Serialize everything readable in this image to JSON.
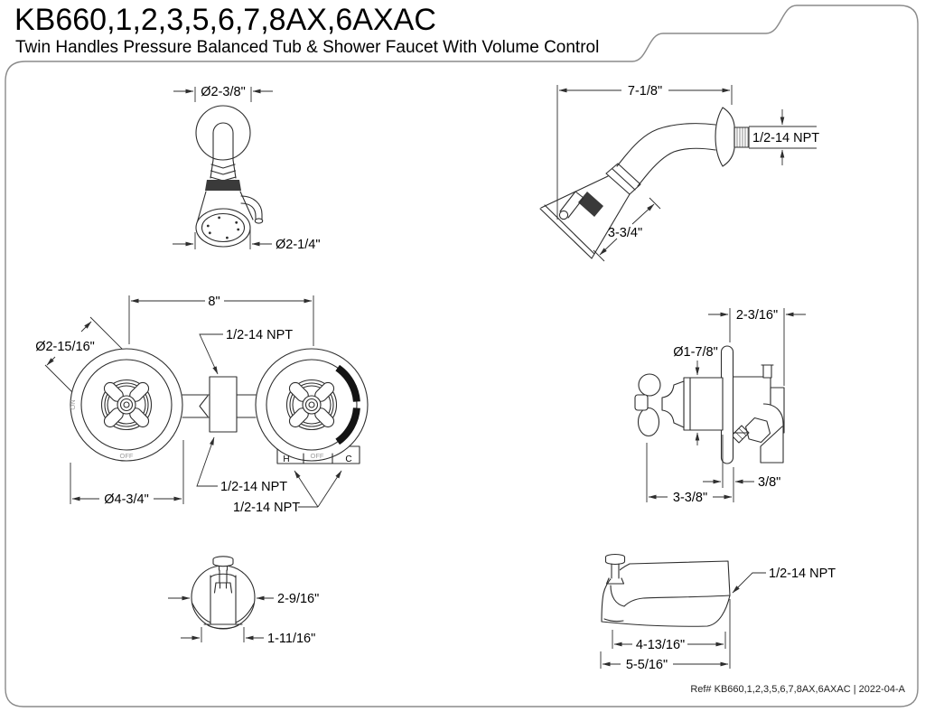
{
  "page": {
    "title": "KB660,1,2,3,5,6,7,8AX,6AXAC",
    "subtitle": "Twin Handles Pressure Balanced Tub & Shower Faucet With Volume Control",
    "footer_ref": "Ref# KB660,1,2,3,5,6,7,8AX,6AXAC | 2022-04-A"
  },
  "colors": {
    "line": "#2e2e2e",
    "accent_black": "#141414",
    "border": "#8a8a8a",
    "muted": "#9b9b9b"
  },
  "drawings": {
    "shower_head_front": {
      "dim_flange_diameter": "Ø2-3/8\"",
      "dim_head_diameter": "Ø2-1/4\""
    },
    "shower_head_side": {
      "dim_arm_reach": "7-1/8\"",
      "dim_thread": "1/2-14 NPT",
      "dim_head_length": "3-3/4\""
    },
    "valve_front": {
      "dim_handle_centers": "8\"",
      "dim_handle_diameter": "Ø2-15/16\"",
      "dim_top_outlet_thread": "1/2-14 NPT",
      "dim_escutcheon_diameter": "Ø4-3/4\"",
      "dim_bottom_outlet_thread": "1/2-14 NPT",
      "dim_inlet_thread": "1/2-14 NPT",
      "label_hot": "H",
      "label_cold": "C",
      "label_off_left": "OFF",
      "label_off_right": "OFF",
      "label_on": "ON"
    },
    "valve_side": {
      "dim_wall_depth": "2-3/16\"",
      "dim_hub_diameter": "Ø1-7/8\"",
      "dim_plate_depth": "3/8\"",
      "dim_handle_projection": "3-3/8\""
    },
    "spout_front": {
      "dim_width": "2-9/16\"",
      "dim_base_width": "1-11/16\""
    },
    "spout_side": {
      "dim_thread": "1/2-14 NPT",
      "dim_body_length": "4-13/16\"",
      "dim_overall_length": "5-5/16\""
    }
  }
}
